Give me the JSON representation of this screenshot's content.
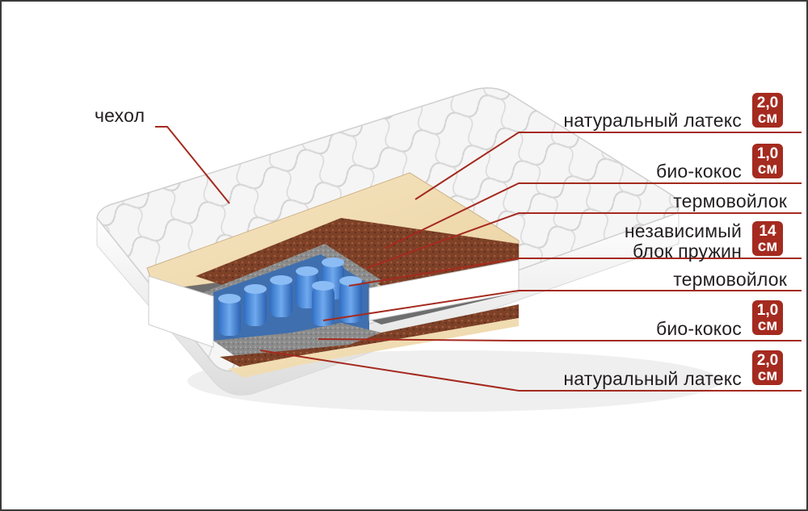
{
  "colors": {
    "leader_line": "#a52a1f",
    "badge_bg": "#a52a1f",
    "badge_text": "#ffffff",
    "text": "#231f20",
    "latex": "#f3dfb5",
    "coir": "#8a4a2e",
    "felt": "#8a8a8a",
    "springs": "#4f8fe0",
    "cover": "#f4f4f4"
  },
  "labels": {
    "cover": "чехол",
    "latex_top": "натуральный латекс",
    "coir_top": "био-кокос",
    "felt_top": "термовойлок",
    "springs_line1": "независимый",
    "springs_line2": "блок пружин",
    "felt_bottom": "термовойлок",
    "coir_bottom": "био-кокос",
    "latex_bottom": "натуральный латекс"
  },
  "badges": {
    "latex_top": {
      "value": "2,0",
      "unit": "см"
    },
    "coir_top": {
      "value": "1,0",
      "unit": "см"
    },
    "springs": {
      "value": "14",
      "unit": "см"
    },
    "coir_bottom": {
      "value": "1,0",
      "unit": "см"
    },
    "latex_bottom": {
      "value": "2,0",
      "unit": "см"
    }
  }
}
